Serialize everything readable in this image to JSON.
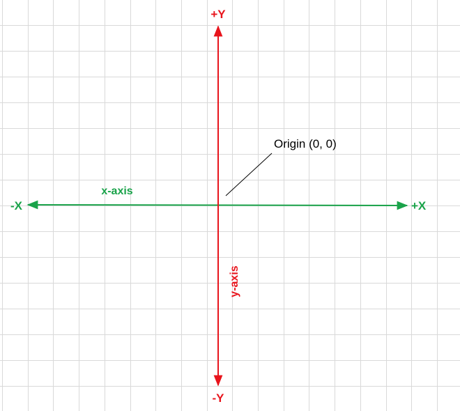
{
  "diagram": {
    "labels": {
      "pos_y": "+Y",
      "neg_y": "-Y",
      "pos_x": "+X",
      "neg_x": "-X",
      "x_axis_name": "x-axis",
      "y_axis_name": "y-axis",
      "origin_callout": "Origin (0, 0)"
    },
    "colors": {
      "x_axis": "#1aa34a",
      "y_axis": "#e8141c",
      "grid": "#d9d9d9",
      "leader": "#000000"
    }
  }
}
